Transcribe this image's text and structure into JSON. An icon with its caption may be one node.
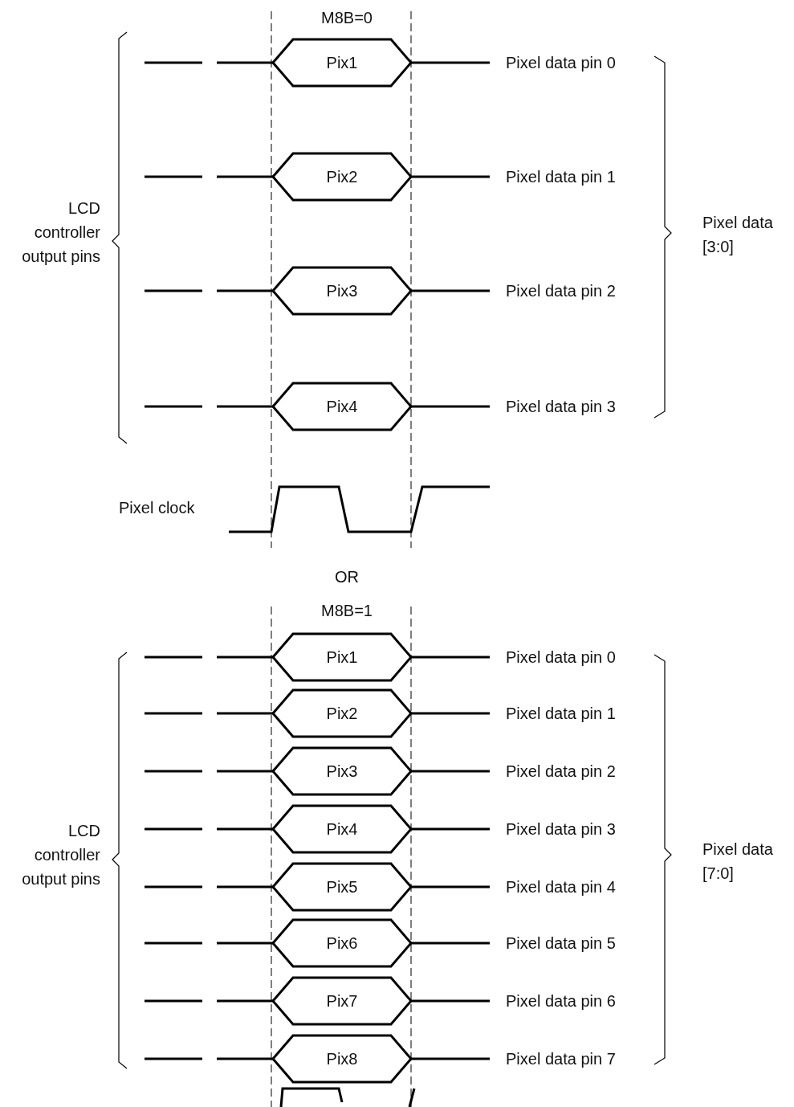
{
  "diagram": {
    "nodes": [
      {
        "text": [
          "Pix1"
        ]
      },
      {
        "text": [
          "Pix2"
        ]
      },
      {
        "text": [
          "Pix3"
        ]
      },
      {
        "text": [
          "Pix4"
        ]
      },
      {
        "text": [
          "Pix1"
        ]
      },
      {
        "text": [
          "Pix2"
        ]
      },
      {
        "text": [
          "Pix3"
        ]
      },
      {
        "text": [
          "Pix4"
        ]
      },
      {
        "text": [
          "Pix5"
        ]
      },
      {
        "text": [
          "Pix6"
        ]
      },
      {
        "text": [
          "Pix7"
        ]
      },
      {
        "text": [
          "Pix8"
        ]
      }
    ],
    "labels": [
      "M8B=0",
      "Pixel data pin 0",
      "Pixel data pin 1",
      "Pixel data pin 2",
      "Pixel data pin 3",
      "LCD controller output pins",
      "Pixel data [3:0]",
      "Pixel clock",
      "OR",
      "M8B=1",
      "Pixel data pin 0",
      "Pixel data pin 1",
      "Pixel data pin 2",
      "Pixel data pin 3",
      "Pixel data pin 4",
      "Pixel data pin 5",
      "Pixel data pin 6",
      "Pixel data pin 7",
      "LCD controller output pins",
      "Pixel data [7:0]"
    ]
  }
}
